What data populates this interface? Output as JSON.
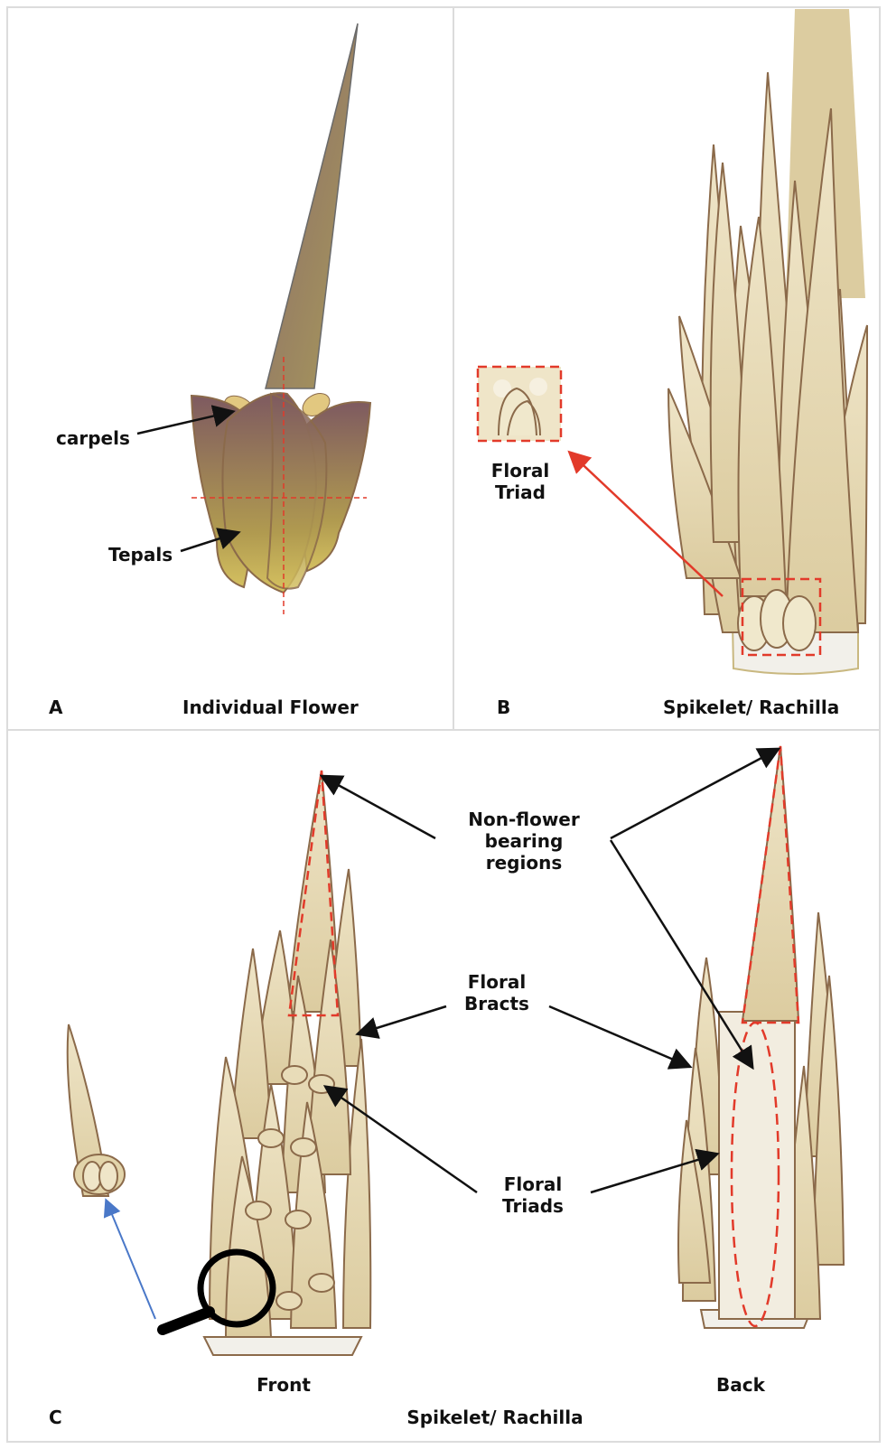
{
  "panels": {
    "a": {
      "letter": "A",
      "title": "Individual Flower",
      "callouts": {
        "carpels": "carpels",
        "tepals": "Tepals"
      }
    },
    "b": {
      "letter": "B",
      "title": "Spikelet/ Rachilla",
      "inset_label": [
        "Floral",
        "Triad"
      ]
    },
    "c": {
      "letter": "C",
      "title": "Spikelet/ Rachilla",
      "front_label": "Front",
      "back_label": "Back",
      "callouts": {
        "non_flower": [
          "Non-flower",
          "bearing",
          "regions"
        ],
        "bracts": [
          "Floral",
          "Bracts"
        ],
        "triads": [
          "Floral",
          "Triads"
        ]
      }
    }
  },
  "colors": {
    "tan_fill": "#e8dcb8",
    "bract_stroke": "#8b6a4a",
    "flower_dark": "#7a5a5a",
    "flower_light": "#c9b25a",
    "highlight_red": "#e23a2a",
    "link_blue": "#4a78c8",
    "divider": "#dcdcdc"
  },
  "icons": {
    "magnifier": "magnifier-icon"
  }
}
